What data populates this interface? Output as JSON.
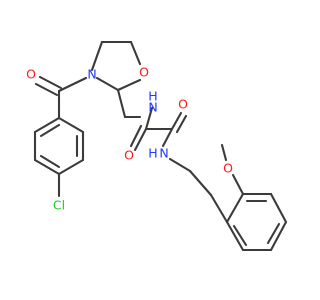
{
  "colors": {
    "bond": "#3b3b3b",
    "oxygen": "#ff1a1a",
    "nitrogen": "#1f3aff",
    "chlorine": "#22cc22",
    "background": "#ffffff"
  },
  "atoms": {
    "o_carbonyl_benzoyl": "O",
    "n_ring": "N",
    "o_ring": "O",
    "nh_upper": "N",
    "nh_upper_h": "H",
    "o_oxalyl_left": "O",
    "o_oxalyl_right": "O",
    "nh_lower": "N",
    "nh_lower_h": "H",
    "o_methoxy": "O",
    "cl": "Cl"
  }
}
